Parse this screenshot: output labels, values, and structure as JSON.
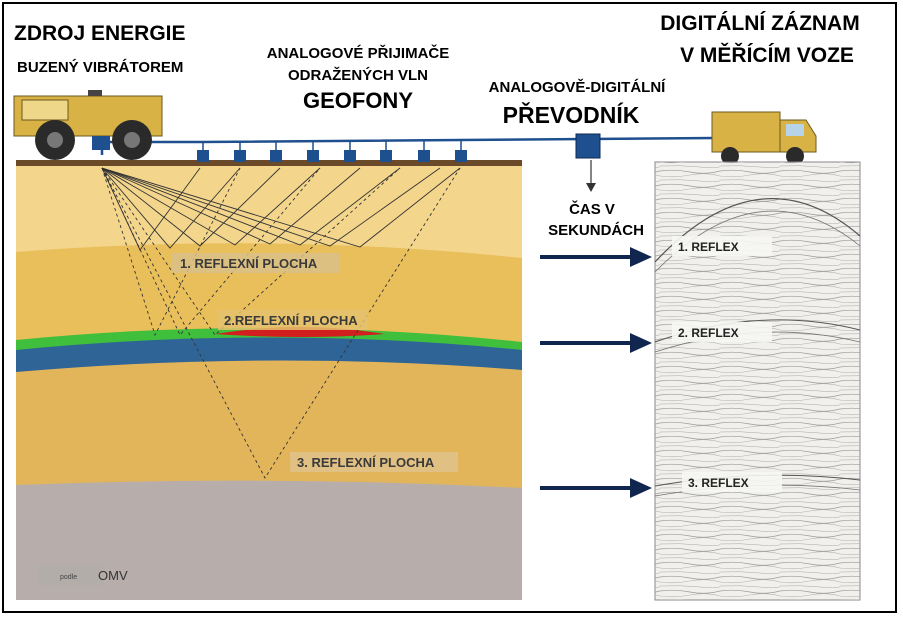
{
  "labels": {
    "source_title": "ZDROJ ENERGIE",
    "source_sub": "BUZENÝ VIBRÁTOREM",
    "geophones_line1": "ANALOGOVÉ PŘIJIMAČE",
    "geophones_line2": "ODRAŽENÝCH VLN",
    "geophones_title": "GEOFONY",
    "converter_line1": "ANALOGOVĚ-DIGITÁLNÍ",
    "converter_title": "PŘEVODNÍK",
    "record_line1": "DIGITÁLNÍ ZÁZNAM",
    "record_line2": "V MĚŘÍCÍM VOZE",
    "time_line1": "ČAS  V",
    "time_line2": "SEKUNDÁCH",
    "surface1": "1. REFLEXNÍ PLOCHA",
    "surface2": "2.REFLEXNÍ PLOCHA",
    "surface3": "3. REFLEXNÍ PLOCHA",
    "reflex1": "1. REFLEX",
    "reflex2": "2. REFLEX",
    "reflex3": "3. REFLEX",
    "credit_small": "podle",
    "credit": "OMV"
  },
  "colors": {
    "layer_top": "#f3d58c",
    "layer_mid": "#e9bf5b",
    "layer_green": "#3fbf3c",
    "layer_blue": "#2f6497",
    "layer_deep": "#e2b55a",
    "layer_bedrock": "#b7aeab",
    "red_lens": "#d21e1e",
    "cable": "#1e4f8e",
    "arrow": "#11264f",
    "truck": "#d8b244"
  }
}
